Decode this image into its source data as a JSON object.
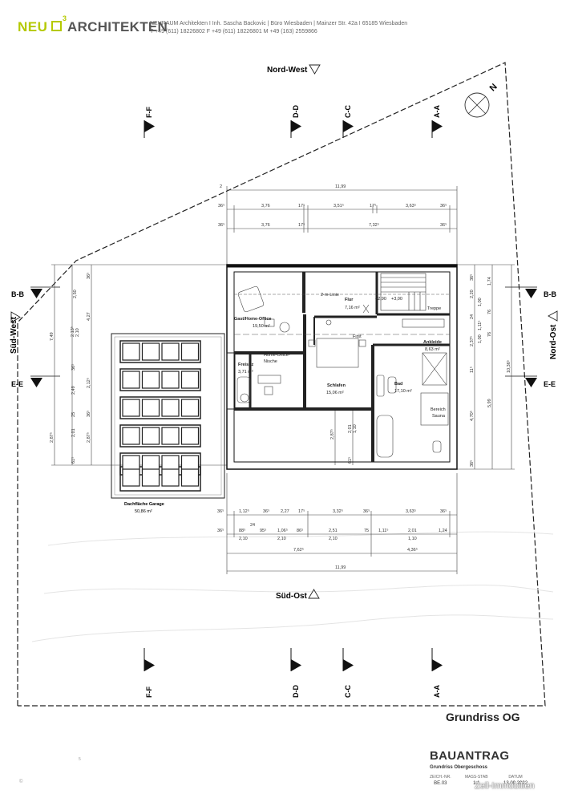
{
  "header": {
    "logo_neu": "NEU",
    "logo_sup": "3",
    "logo_arch": "ARCHITEKTEN",
    "line1": "NEURAUM Architekten  I  Inh. Sascha Backovic  |  Büro Wiesbaden  |  Mainzer Str. 42a  I  65185 Wiesbaden",
    "line2": "T +49 (611) 18226802  F +49 (611) 18226801  M +49 (163) 2559866"
  },
  "directions": {
    "north_west": "Nord-West",
    "sued_ost": "Süd-Ost",
    "sued_west": "Süd-West",
    "nord_ost": "Nord-Ost",
    "compass": "N"
  },
  "sections": {
    "ff": "F-F",
    "dd": "D-D",
    "cc": "C-C",
    "aa": "A-A",
    "bb": "B-B",
    "ee": "E-E"
  },
  "rooms": {
    "gast_name": "Gast/Home-Office",
    "gast_area": "19,50 m²",
    "flur_name": "Flur",
    "flur_area": "7,16 m²",
    "ankleide_name": "Ankleide",
    "ankleide_area": "8,63 m²",
    "freisitz_name": "Freisitz",
    "freisitz_area": "3,71 m²",
    "home_office_1": "Home-Office-",
    "home_office_2": "Nische",
    "schlafen_name": "Schlafen",
    "schlafen_area": "15,06 m²",
    "bad_name": "Bad",
    "bad_area": "17,10 m²",
    "sauna_1": "Bereich",
    "sauna_2": "Sauna",
    "treppe": "Treppe",
    "linie": "2-m-Linie",
    "lvl1": "+2,90",
    "lvl2": "+3,00",
    "first": "First",
    "garage_name": "Dachfläche Garage",
    "garage_area": "50,86 m²"
  },
  "dims_top": {
    "row1": [
      "2",
      "11,99"
    ],
    "row2": [
      "36⁵",
      "3,76",
      "17⁵",
      "3,51⁵",
      "17⁵",
      "3,63⁵",
      "36⁵"
    ],
    "row3": [
      "36⁵",
      "3,76",
      "17⁵",
      "7,32⁵",
      "36⁵"
    ]
  },
  "dims_bottom": {
    "row1": [
      "36⁵",
      "1,12⁵",
      "36⁵",
      "2,27",
      "17⁵",
      "3,32⁵",
      "36⁵",
      "3,63⁵",
      "36⁵"
    ],
    "row2a": [
      "36⁵",
      "88⁵",
      "24",
      "95⁵",
      "1,06⁵",
      "86⁵",
      "2,51",
      "75",
      "1,11⁵",
      "2,01",
      "1,24"
    ],
    "row2b": [
      "2,10",
      "2,10",
      "2,10",
      "1,10"
    ],
    "row3": [
      "7,62⁵",
      "4,36⁵"
    ],
    "row4": [
      "11,99"
    ]
  },
  "dims_left": [
    "2,50",
    "36⁵",
    "4,27",
    "2,13⁵",
    "2,10",
    "7,49",
    "36⁵",
    "2,12⁵",
    "2,49",
    "36⁵",
    "25",
    "2,01",
    "2,87⁵",
    "2,87⁵",
    "61⁵"
  ],
  "dims_right": [
    "1,74",
    "36⁵",
    "2,20",
    "1,00",
    "76",
    "24",
    "1,11⁵",
    "2,37⁵",
    "1,00",
    "76",
    "10,36⁵",
    "11⁵",
    "5,99",
    "4,70⁵",
    "36⁵"
  ],
  "dims_inner": [
    "2,87⁵",
    "2,01",
    "1,10",
    "61⁵"
  ],
  "title": "Grundriss OG",
  "titleblock": {
    "bauantrag": "BAUANTRAG",
    "subtitle": "Grundriss Obergeschoss",
    "zeich_label": "ZEICH.-NR.",
    "zeich_val": "BE.03",
    "mass_label": "MASS-STAB",
    "mass_val": "1:1",
    "datum_label": "DATUM",
    "datum_val": "13.09.2022"
  },
  "watermark": "Zell-Immobilien",
  "misc": {
    "five": "5",
    "c": "©"
  }
}
